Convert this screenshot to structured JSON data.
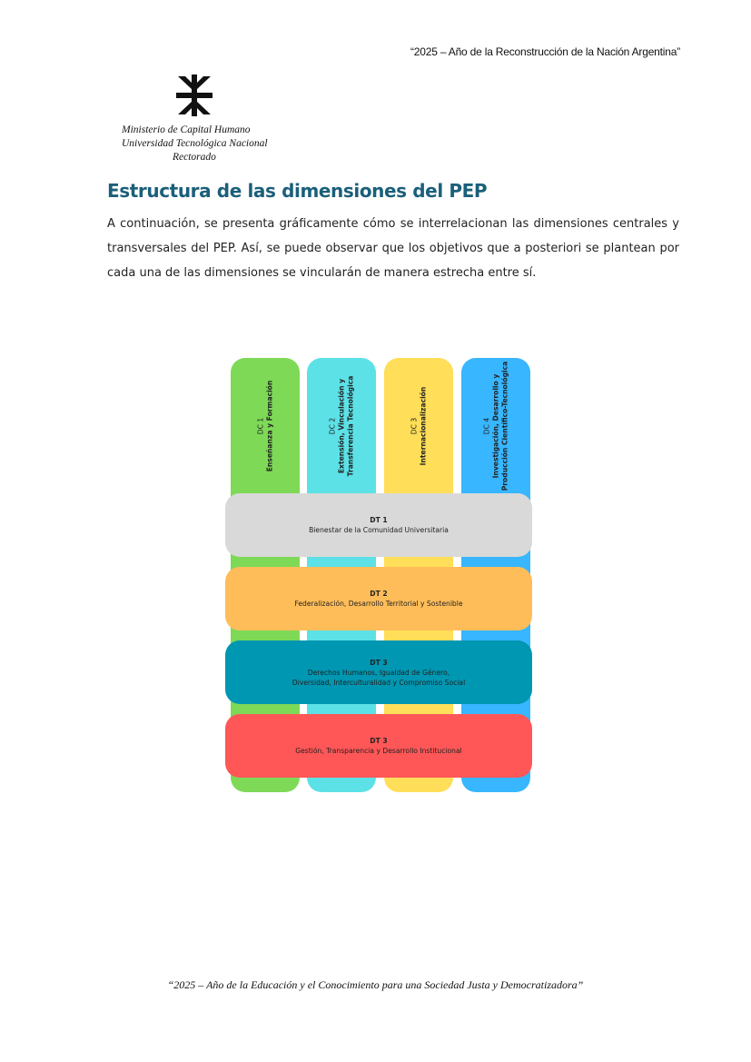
{
  "header": {
    "motto": "“2025 – Año de la Reconstrucción de la Nación Argentina”"
  },
  "institution": {
    "logo": "utn-logo-icon",
    "line1": "Ministerio de Capital Humano",
    "line2": "Universidad Tecnológica Nacional",
    "line3": "Rectorado"
  },
  "section": {
    "title": "Estructura de las dimensiones del PEP",
    "intro": "A continuación, se presenta gráficamente cómo se interrelacionan las dimensiones centrales y transversales del PEP. Así, se puede observar que los objetivos que a posteriori se plantean por cada una de las dimensiones se vincularán de manera estrecha entre sí."
  },
  "diagram": {
    "columns": [
      {
        "code": "DC 1",
        "line1": "Enseñanza y Formación",
        "line2": "",
        "color": "#7ed957"
      },
      {
        "code": "DC 2",
        "line1": "Extensión, Vinculación y",
        "line2": "Transferencia Tecnológica",
        "color": "#5ce1e6"
      },
      {
        "code": "DC 3",
        "line1": "Internacionalización",
        "line2": "",
        "color": "#ffde59"
      },
      {
        "code": "DC 4",
        "line1": "Investigación, Desarrollo y",
        "line2": "Producción Científico-Tecnológica",
        "color": "#38b6ff"
      }
    ],
    "bands": [
      {
        "code": "DT 1",
        "line1": "Bienestar de la Comunidad Universitaria",
        "line2": "",
        "color": "#d9d9d9"
      },
      {
        "code": "DT 2",
        "line1": "Federalización, Desarrollo Territorial y Sostenible",
        "line2": "",
        "color": "#ffbd59"
      },
      {
        "code": "DT 3",
        "line1": "Derechos Humanos, Igualdad de Género,",
        "line2": "Diversidad, Interculturalidad y Compromiso Social",
        "color": "#0097b2"
      },
      {
        "code": "DT 3",
        "line1": "Gestión, Transparencia y Desarrollo Institucional",
        "line2": "",
        "color": "#ff5757"
      }
    ]
  },
  "footer": {
    "motto": "“2025 – Año de la Educación y el Conocimiento para una Sociedad Justa y Democratizadora”"
  }
}
